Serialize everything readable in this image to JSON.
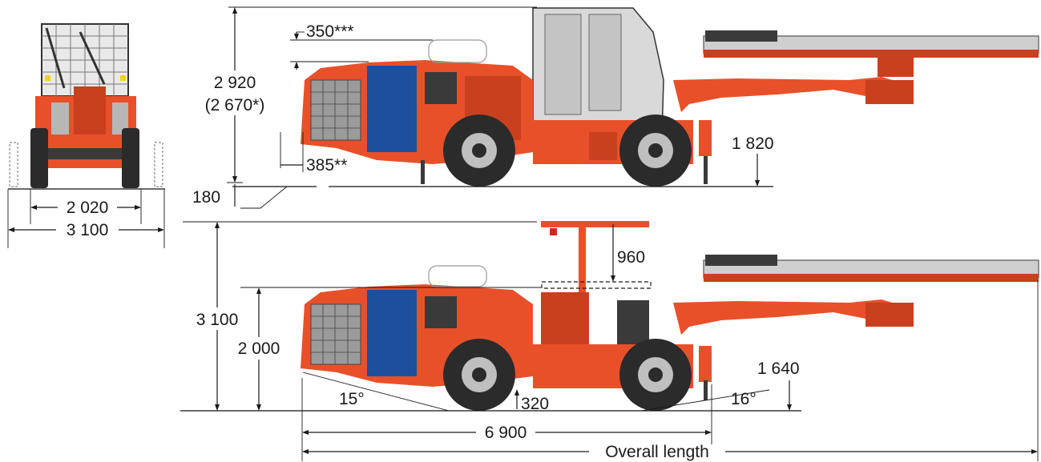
{
  "dimensions": {
    "front_inner_width": "2 020",
    "front_outer_width": "3 100",
    "cabin_height": "2 920",
    "cabin_height_alt": "(2 670*)",
    "top_offset": "350***",
    "rear_offset": "385**",
    "ground_clearance": "180",
    "boom_height_cabin": "1 820",
    "roof_extension": "960",
    "canopy_max_height": "3 100",
    "canopy_height": "2 000",
    "boom_height_canopy": "1 640",
    "approach_angle": "15°",
    "rear_clearance": "320",
    "departure_angle": "16°",
    "length": "6 900",
    "overall_length": "Overall length"
  },
  "colors": {
    "body": "#e8502a",
    "body_dark": "#c9401f",
    "engine_cover": "#1e4f9c",
    "cabin": "#dcdcdc",
    "lines": "#1a1a1a"
  }
}
